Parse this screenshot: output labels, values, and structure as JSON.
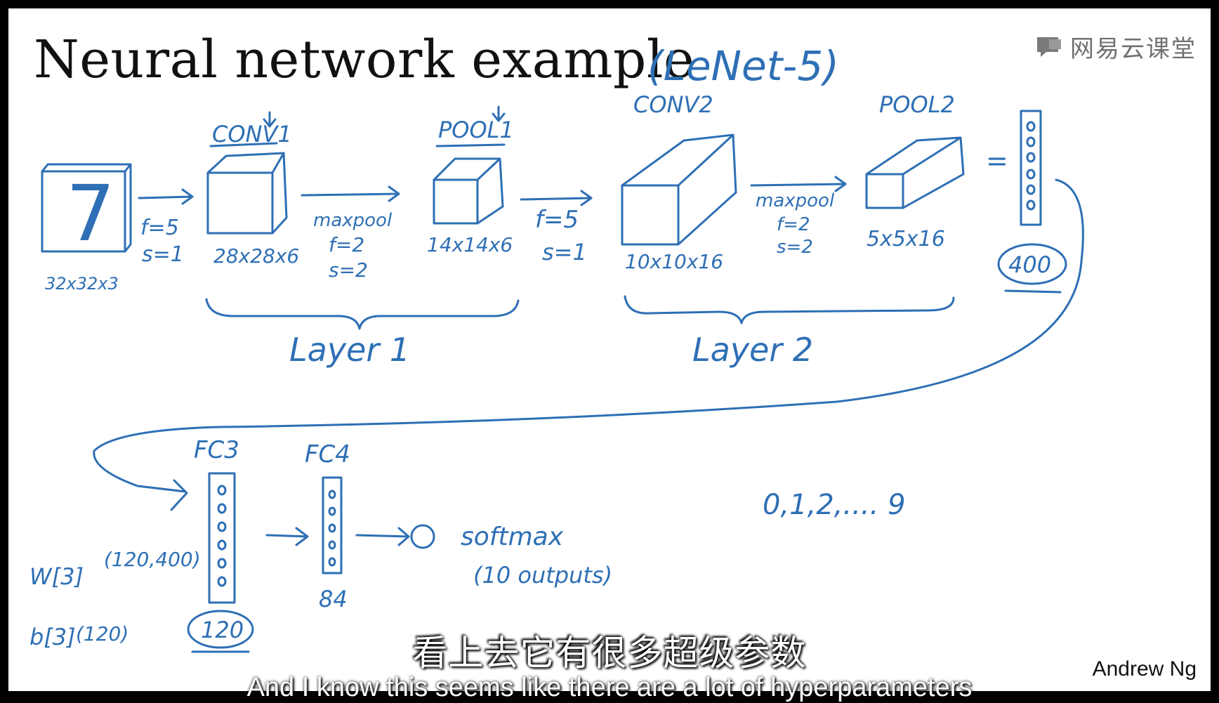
{
  "title": "Neural network example",
  "subtitle": "(LeNet-5)",
  "brand": {
    "text": "网易云课堂",
    "icon": "chat-bubble-icon"
  },
  "author": "Andrew Ng",
  "subtitles": {
    "chinese": "看上去它有很多超级参数",
    "english": "And I know this seems like there are a lot of hyperparameters"
  },
  "colors": {
    "ink": "#2e6fb5",
    "title": "#111111",
    "background": "#ffffff"
  },
  "diagram": {
    "input": {
      "digit": "7",
      "dims": "32x32x3"
    },
    "conv1": {
      "label": "CONV1",
      "dims": "28x28x6",
      "params": [
        "f=5",
        "s=1"
      ]
    },
    "pool1": {
      "label": "POOL1",
      "dims": "14x14x6",
      "params": [
        "maxpool",
        "f=2",
        "s=2"
      ]
    },
    "conv2": {
      "label": "CONV2",
      "dims": "10x10x16",
      "params": [
        "f=5",
        "s=1"
      ]
    },
    "pool2": {
      "label": "POOL2",
      "dims": "5x5x16",
      "params": [
        "maxpool",
        "f=2",
        "s=2"
      ]
    },
    "layer1": "Layer 1",
    "layer2": "Layer 2",
    "flatten": {
      "equals": "=",
      "size": "400"
    },
    "fc3": {
      "label": "FC3",
      "size": "120",
      "weight": "W[3]",
      "weight_dims": "(120,400)",
      "bias": "b[3]",
      "bias_dims": "(120)"
    },
    "fc4": {
      "label": "FC4",
      "size": "84"
    },
    "output": {
      "label": "softmax",
      "detail": "(10 outputs)"
    },
    "classes": "0,1,2,.... 9"
  }
}
